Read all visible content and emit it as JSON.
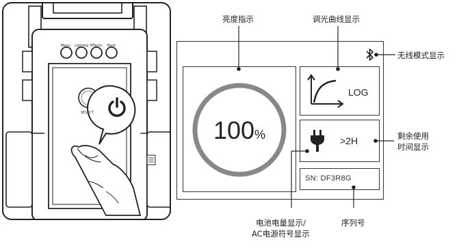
{
  "device": {
    "buttons": [
      "Menu",
      "Lighting",
      "Effects",
      "Back"
    ],
    "select_label": "SELECT"
  },
  "display": {
    "brightness_value": "100",
    "brightness_unit": "%",
    "curve_label": "LOG",
    "remaining_time": ">2H",
    "serial": "SN:  DF3R8G"
  },
  "callouts": {
    "brightness": "亮度指示",
    "dimming_curve": "调光曲线显示",
    "wireless": "无线模式显示",
    "remaining_line1": "剩余使用",
    "remaining_line2": "时间显示",
    "battery_line1": "电池电量显示/",
    "battery_line2": "AC电源符号显示",
    "serial": "序列号"
  },
  "icons": [
    "power-icon",
    "bluetooth-icon",
    "plug-icon",
    "curve-graph-icon"
  ]
}
